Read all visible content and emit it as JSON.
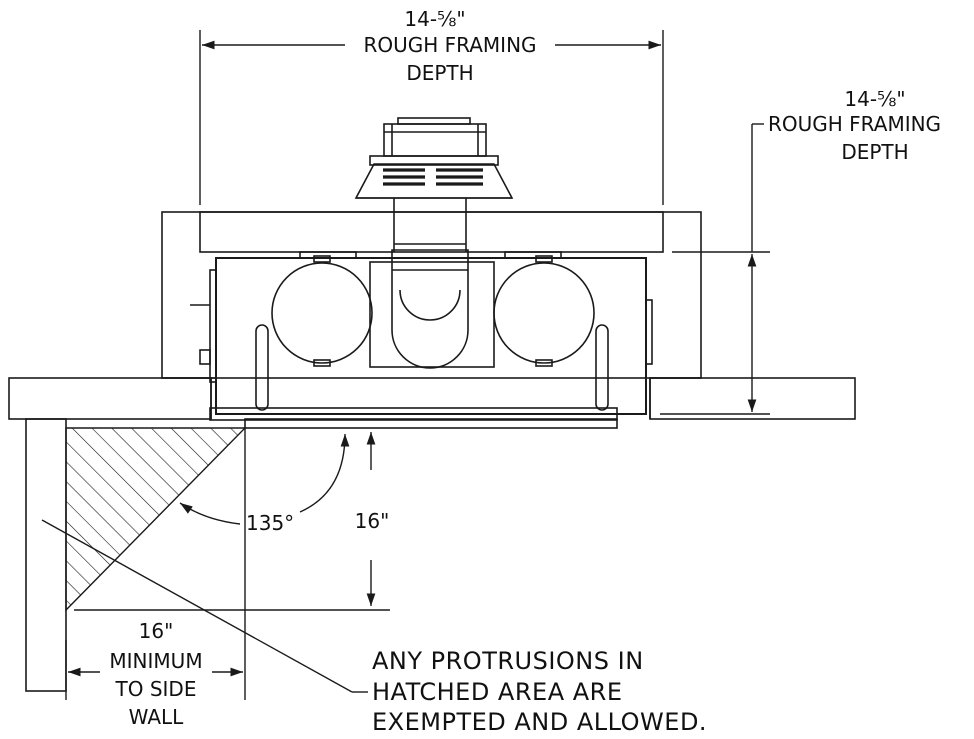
{
  "dimensions": {
    "top_depth": {
      "value": "14-⅝\"",
      "line1": "ROUGH FRAMING",
      "line2": "DEPTH"
    },
    "right_depth": {
      "value": "14-⅝\"",
      "line1": "ROUGH FRAMING",
      "line2": "DEPTH"
    },
    "angle": "135°",
    "vertical_clearance": "16\"",
    "side_wall": {
      "value": "16\"",
      "line1": "MINIMUM",
      "line2": "TO SIDE",
      "line3": "WALL"
    }
  },
  "note": {
    "line1": "ANY PROTRUSIONS IN",
    "line2": "HATCHED AREA ARE",
    "line3": "EXEMPTED AND ALLOWED."
  },
  "colors": {
    "line": "#1a1a1a",
    "background": "#ffffff"
  }
}
